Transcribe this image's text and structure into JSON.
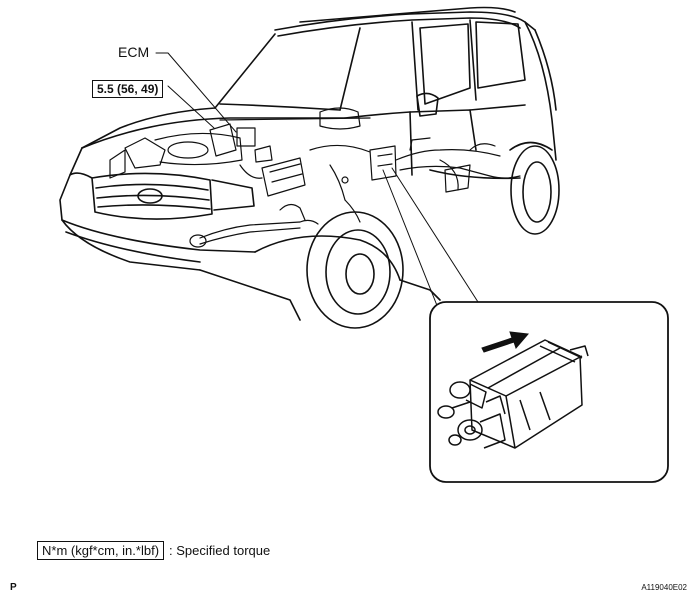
{
  "labels": {
    "ecm": "ECM",
    "torque_value": "5.5 (56, 49)",
    "legend_units": "N*m (kgf*cm, in.*lbf)",
    "legend_desc": ": Specified torque",
    "page_code": "P",
    "figure_code": "A119040E02"
  },
  "icons": {
    "vehicle": "suv-outline-icon",
    "canister": "charcoal-canister-icon",
    "arrow": "vehicle-front-arrow-icon"
  }
}
